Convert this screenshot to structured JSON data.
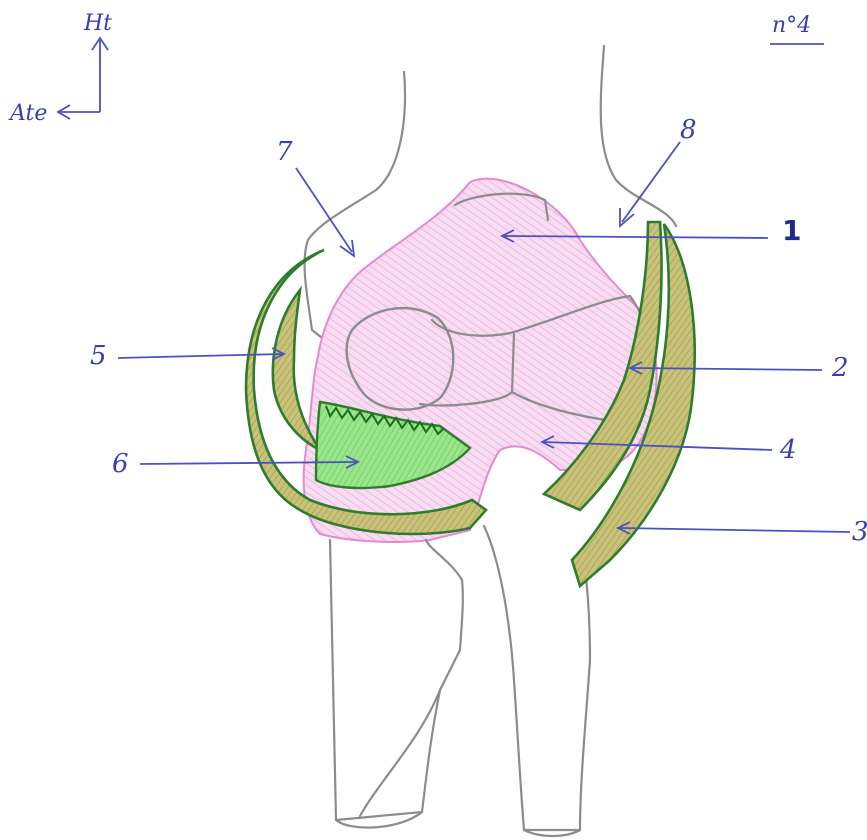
{
  "page_label": "n°4",
  "orientation": {
    "up": "Ht",
    "left": "Ate"
  },
  "labels": [
    {
      "id": "1",
      "text": "1"
    },
    {
      "id": "2",
      "text": "2"
    },
    {
      "id": "3",
      "text": "3"
    },
    {
      "id": "4",
      "text": "4"
    },
    {
      "id": "5",
      "text": "5"
    },
    {
      "id": "6",
      "text": "6"
    },
    {
      "id": "7",
      "text": "7"
    },
    {
      "id": "8",
      "text": "8"
    }
  ],
  "colors": {
    "pencil": "#8c8c8c",
    "ink": "#3a3fb0",
    "capsule_fill": "#f2c8ec",
    "capsule_outline": "#e58ad0",
    "ligament_fill": "#b9b060",
    "ligament_outline": "#2e7d2e",
    "bright_green": "#7bdc6a"
  }
}
